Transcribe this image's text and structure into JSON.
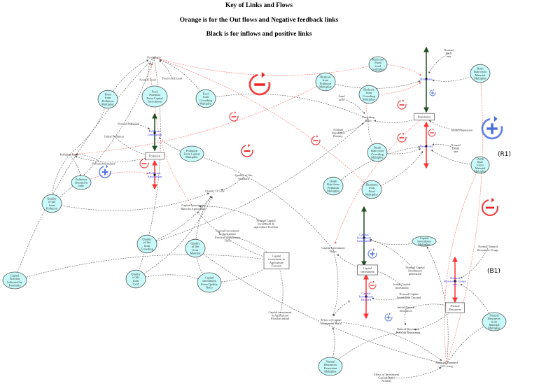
{
  "header": {
    "title": "Key of Links and Flows",
    "line2": "Orange is for the Out flows and Negative feedback links",
    "line3": "Black is for inflows and positive links"
  },
  "colors": {
    "node_fill": "#c8fafa",
    "positive_link": "#555555",
    "negative_link": "#ff6666",
    "inflow": "#1e4d1e",
    "outflow": "#ff3333",
    "flow_label": "#3333ff",
    "positive_loop": "#4a6ee0",
    "negative_loop": "#ee2222"
  },
  "loops": {
    "r1": "(R1)",
    "b1": "(B1)"
  },
  "nodes": {
    "food_ratio": {
      "type": "text",
      "label": [
        "Food Ratio"
      ]
    },
    "normal_food": {
      "type": "text",
      "label": [
        "Normal Food"
      ]
    },
    "food_coeff": {
      "type": "text",
      "label": [
        "Food coefficient"
      ]
    },
    "fp_mult": {
      "type": "ellipse",
      "label": [
        "Food",
        "from",
        "Pollution",
        "Multiplier"
      ]
    },
    "fpc": {
      "type": "ellipse",
      "label": [
        "Food",
        "Potential",
        "From Capital",
        "Investment"
      ]
    },
    "fc_mult": {
      "type": "ellipse",
      "label": [
        "Food",
        "from",
        "Crowding",
        "Multiplier"
      ]
    },
    "normal_pollution": {
      "type": "text",
      "label": [
        "Normal Pollution"
      ]
    },
    "pollution_generation": {
      "type": "flow",
      "label": [
        "Pollution",
        "Generation"
      ]
    },
    "initial_pollution": {
      "type": "text",
      "label": [
        "Initial Pollution"
      ]
    },
    "pollution": {
      "type": "box",
      "label": [
        "Pollution"
      ]
    },
    "pollution_ratio": {
      "type": "text",
      "label": [
        "Pollution Ratio"
      ]
    },
    "pollution_standard": {
      "type": "text",
      "label": [
        "Pollution Standard"
      ]
    },
    "pollution_absorption": {
      "type": "flow",
      "label": [
        "Pollution",
        "Absorption"
      ]
    },
    "pa_time": {
      "type": "ellipse",
      "label": [
        "Pollution",
        "absorption",
        "time"
      ]
    },
    "p_from_cap": {
      "type": "ellipse",
      "label": [
        "Pollution",
        "From Capital",
        "Multiplier"
      ]
    },
    "qol_pollution": {
      "type": "ellipse",
      "label": [
        "Quality",
        "of life",
        "from",
        "Pollution"
      ]
    },
    "qol": {
      "type": "text",
      "label": [
        "Quality Of Life"
      ]
    },
    "qol_standard": {
      "type": "text",
      "label": [
        "Quality of life",
        "Standard"
      ]
    },
    "ci_ratio_agri": {
      "type": "text",
      "label": [
        "Capital Investment",
        "Ratio In Agriculture"
      ]
    },
    "normal_ci_agri": {
      "type": "text",
      "label": [
        "Normal Capital",
        "Investment In",
        "agriculture Fraction"
      ]
    },
    "ci_adj_time": {
      "type": "text",
      "label": [
        "Capital Investment",
        "In Agriculture",
        "Fraction Adjustment",
        "Time"
      ]
    },
    "qol_crowding": {
      "type": "ellipse",
      "label": [
        "Quality",
        "of life",
        "from",
        "Crowding"
      ]
    },
    "qol_material": {
      "type": "ellipse",
      "label": [
        "Quality",
        "of life",
        "from",
        "Material"
      ]
    },
    "ci_agri": {
      "type": "box",
      "label": [
        "Capital",
        "investment in",
        "Agriculture",
        "Fraction"
      ]
    },
    "cf_indicated": {
      "type": "ellipse",
      "label": [
        "Capital",
        "Fraction",
        "Indicated by",
        "Foodratio"
      ]
    },
    "qol_food": {
      "type": "ellipse",
      "label": [
        "Quality",
        "of life",
        "from",
        "food"
      ]
    },
    "ci_quality": {
      "type": "ellipse",
      "label": [
        "Capital",
        "Investment",
        "From Quality",
        "Ratio"
      ]
    },
    "ci_agri_init": {
      "type": "text",
      "label": [
        "Capital investment",
        "in Agriculture",
        "Fraction initial"
      ]
    },
    "birth_food": {
      "type": "ellipse",
      "label": [
        "Birth rate",
        "From",
        "food",
        "multiplier"
      ]
    },
    "normal_birth": {
      "type": "text",
      "label": [
        "Normal",
        "birth",
        "rate"
      ]
    },
    "birth_mat": {
      "type": "ellipse",
      "label": [
        "Birth",
        "Rate from",
        "Material",
        "Multiplier"
      ]
    },
    "birth_pollution": {
      "type": "ellipse",
      "label": [
        "Birthrate",
        "from",
        "Pollution",
        "Multiplier"
      ]
    },
    "birth_rate": {
      "type": "flow",
      "label": [
        "Birth rate"
      ]
    },
    "birth_crowd": {
      "type": "ellipse",
      "label": [
        "Birthrate",
        "from",
        "Crowding",
        "Multiplier"
      ]
    },
    "land_area": {
      "type": "text",
      "label": [
        "Land",
        "area"
      ]
    },
    "crowding_ratio": {
      "type": "text",
      "label": [
        "Crowding",
        "Ratio"
      ]
    },
    "population": {
      "type": "box",
      "label": [
        "Population"
      ]
    },
    "normal_pop_density": {
      "type": "text",
      "label": [
        "Normal",
        "Population",
        "Density"
      ]
    },
    "initial_population": {
      "type": "text",
      "label": [
        "Initial Population"
      ]
    },
    "death_rate": {
      "type": "flow",
      "label": [
        "Death rate"
      ]
    },
    "normal_death": {
      "type": "text",
      "label": [
        "Normal",
        "Death",
        "rate"
      ]
    },
    "death_crowd": {
      "type": "ellipse",
      "label": [
        "Death",
        "Rate from",
        "Crowding",
        "Multiplier"
      ]
    },
    "death_mat": {
      "type": "ellipse",
      "label": [
        "Death",
        "Rate",
        "From",
        "Material",
        "Multiplier"
      ]
    },
    "death_pollution": {
      "type": "ellipse",
      "label": [
        "Death",
        "Rate from",
        "Pollution",
        "Multiplier"
      ]
    },
    "death_food": {
      "type": "ellipse",
      "label": [
        "Deathrate",
        "from",
        "Food",
        "Multiplier"
      ]
    },
    "ci_generation": {
      "type": "flow",
      "label": [
        "Capital",
        "Investment",
        "Generation"
      ]
    },
    "ci_mult": {
      "type": "ellipse",
      "label": [
        "Capital",
        "Investment",
        "Multiplier"
      ]
    },
    "ci_ratio": {
      "type": "text",
      "label": [
        "Capital Investment",
        "Ratio"
      ]
    },
    "capital_investment": {
      "type": "box",
      "label": [
        "Capital",
        "Investment"
      ]
    },
    "normal_ci_gen": {
      "type": "text",
      "label": [
        "Normal Capital",
        "Investment",
        "generation"
      ]
    },
    "initial_ci": {
      "type": "text",
      "label": [
        "Initial Capital",
        "Investment"
      ]
    },
    "ci_discard": {
      "type": "flow",
      "label": [
        "Capital",
        "Investment",
        "Discard"
      ]
    },
    "normal_ci_discard": {
      "type": "text",
      "label": [
        "Normal Capital",
        "Investment Discard"
      ]
    },
    "k": {
      "type": "text",
      "label": [
        "K"
      ]
    },
    "effect_ci_ratio": {
      "type": "text",
      "label": [
        "Effect of Capital",
        "Investment Ratio"
      ]
    },
    "initial_nr": {
      "type": "text",
      "label": [
        "Initial Natural",
        "Resources"
      ]
    },
    "natural_resources": {
      "type": "box",
      "label": [
        "Natural",
        "Resources"
      ]
    },
    "nr_usage_rate": {
      "type": "flow",
      "label": [
        "Natural",
        "Resources Usage",
        "rate"
      ]
    },
    "normal_nr_usage": {
      "type": "text",
      "label": [
        "Normal Natural",
        "Resources Usage"
      ]
    },
    "nr_fraction": {
      "type": "text",
      "label": [
        "Natural Resources",
        "Fraction Remaining"
      ]
    },
    "nr_mat_mult": {
      "type": "ellipse",
      "label": [
        "Natural",
        "Resources",
        "from",
        "Material",
        "Multiplier"
      ]
    },
    "nr_extraction": {
      "type": "ellipse",
      "label": [
        "Natural",
        "Resources",
        "Extraction",
        "Multiplier"
      ]
    },
    "material_sol": {
      "type": "text",
      "label": [
        "Material Standard",
        "Of Living"
      ]
    },
    "effect_ci_normal": {
      "type": "text",
      "label": [
        "Effect of Investment",
        "Capital Ratio",
        "Normal"
      ]
    }
  },
  "links": [
    {
      "from": "normal_food",
      "to": "food_ratio",
      "polarity": "positive"
    },
    {
      "from": "food_coeff",
      "to": "food_ratio",
      "polarity": "positive"
    },
    {
      "from": "fp_mult",
      "to": "food_ratio",
      "polarity": "positive"
    },
    {
      "from": "fc_mult",
      "to": "food_ratio",
      "polarity": "positive"
    },
    {
      "from": "fpc",
      "to": "food_ratio",
      "polarity": "negative"
    },
    {
      "from": "pollution_ratio",
      "to": "fp_mult",
      "polarity": "positive"
    },
    {
      "from": "normal_pollution",
      "to": "pollution_generation",
      "polarity": "positive"
    },
    {
      "from": "initial_pollution",
      "to": "pollution",
      "polarity": "positive"
    },
    {
      "from": "pollution",
      "to": "pollution_ratio",
      "polarity": "positive"
    },
    {
      "from": "pollution_standard",
      "to": "pollution_ratio",
      "polarity": "positive"
    },
    {
      "from": "pollution_ratio",
      "to": "pa_time",
      "polarity": "positive"
    },
    {
      "from": "pollution_ratio",
      "to": "qol_pollution",
      "polarity": "positive"
    },
    {
      "from": "pa_time",
      "to": "pollution_absorption",
      "polarity": "negative"
    },
    {
      "from": "pollution_ratio",
      "to": "birth_pollution",
      "polarity": "negative"
    },
    {
      "from": "food_ratio",
      "to": "qol_pollution",
      "polarity": "positive"
    },
    {
      "from": "food_ratio",
      "to": "cf_indicated",
      "polarity": "positive"
    },
    {
      "from": "food_ratio",
      "to": "qol_food",
      "polarity": "positive"
    },
    {
      "from": "food_ratio",
      "to": "birth_food",
      "polarity": "negative"
    },
    {
      "from": "food_ratio",
      "to": "death_food",
      "polarity": "negative"
    },
    {
      "from": "qol_pollution",
      "to": "qol",
      "polarity": "positive"
    },
    {
      "from": "qol_standard",
      "to": "qol",
      "polarity": "positive"
    },
    {
      "from": "qol_crowding",
      "to": "qol",
      "polarity": "positive"
    },
    {
      "from": "qol_material",
      "to": "qol",
      "polarity": "positive"
    },
    {
      "from": "qol_food",
      "to": "qol",
      "polarity": "positive"
    },
    {
      "from": "crowding_ratio",
      "to": "qol_crowding",
      "polarity": "positive"
    },
    {
      "from": "crowding_ratio",
      "to": "fc_mult",
      "polarity": "positive"
    },
    {
      "from": "crowding_ratio",
      "to": "birth_crowd",
      "polarity": "negative"
    },
    {
      "from": "crowding_ratio",
      "to": "death_crowd",
      "polarity": "positive"
    },
    {
      "from": "land_area",
      "to": "crowding_ratio",
      "polarity": "positive"
    },
    {
      "from": "normal_pop_density",
      "to": "crowding_ratio",
      "polarity": "positive"
    },
    {
      "from": "population",
      "to": "crowding_ratio",
      "polarity": "positive"
    },
    {
      "from": "normal_birth",
      "to": "birth_rate",
      "polarity": "positive"
    },
    {
      "from": "birth_mat",
      "to": "birth_rate",
      "polarity": "positive"
    },
    {
      "from": "birth_pollution",
      "to": "birth_rate",
      "polarity": "positive"
    },
    {
      "from": "birth_food",
      "to": "birth_rate",
      "polarity": "negative"
    },
    {
      "from": "birth_crowd",
      "to": "birth_rate",
      "polarity": "negative"
    },
    {
      "from": "initial_population",
      "to": "population",
      "polarity": "positive"
    },
    {
      "from": "normal_death",
      "to": "death_rate",
      "polarity": "positive"
    },
    {
      "from": "death_mat",
      "to": "death_rate",
      "polarity": "positive"
    },
    {
      "from": "death_crowd",
      "to": "death_rate",
      "polarity": "positive"
    },
    {
      "from": "death_pollution",
      "to": "death_rate",
      "polarity": "positive"
    },
    {
      "from": "death_food",
      "to": "death_rate",
      "polarity": "positive"
    },
    {
      "from": "p_from_cap",
      "to": "pollution_generation",
      "polarity": "positive"
    },
    {
      "from": "ci_ratio",
      "to": "p_from_cap",
      "polarity": "positive"
    },
    {
      "from": "ci_ratio_agri",
      "to": "fpc",
      "polarity": "negative"
    },
    {
      "from": "normal_ci_agri",
      "to": "ci_ratio_agri",
      "polarity": "positive"
    },
    {
      "from": "ci_agri",
      "to": "ci_ratio_agri",
      "polarity": "positive"
    },
    {
      "from": "qol_material",
      "to": "ci_quality",
      "polarity": "positive"
    },
    {
      "from": "qol_food",
      "to": "ci_quality",
      "polarity": "positive"
    },
    {
      "from": "ci_quality",
      "to": "ci_agri",
      "polarity": "positive"
    },
    {
      "from": "ci_adj_time",
      "to": "ci_agri",
      "polarity": "positive"
    },
    {
      "from": "ci_agri_init",
      "to": "ci_agri",
      "polarity": "positive"
    },
    {
      "from": "cf_indicated",
      "to": "ci_agri",
      "polarity": "positive"
    },
    {
      "from": "population",
      "to": "ci_ratio",
      "polarity": "negative"
    },
    {
      "from": "ci_mult",
      "to": "ci_generation",
      "polarity": "positive"
    },
    {
      "from": "normal_ci_gen",
      "to": "ci_generation",
      "polarity": "positive"
    },
    {
      "from": "capital_investment",
      "to": "ci_ratio",
      "polarity": "positive"
    },
    {
      "from": "initial_ci",
      "to": "capital_investment",
      "polarity": "positive"
    },
    {
      "from": "normal_ci_discard",
      "to": "ci_discard",
      "polarity": "positive"
    },
    {
      "from": "k",
      "to": "effect_ci_ratio",
      "polarity": "positive"
    },
    {
      "from": "ci_ratio",
      "to": "effect_ci_ratio",
      "polarity": "positive"
    },
    {
      "from": "nr_extraction",
      "to": "effect_ci_ratio",
      "polarity": "positive"
    },
    {
      "from": "initial_nr",
      "to": "natural_resources",
      "polarity": "positive"
    },
    {
      "from": "initial_nr",
      "to": "nr_fraction",
      "polarity": "positive"
    },
    {
      "from": "natural_resources",
      "to": "nr_fraction",
      "polarity": "positive"
    },
    {
      "from": "nr_fraction",
      "to": "nr_extraction",
      "polarity": "positive"
    },
    {
      "from": "normal_nr_usage",
      "to": "nr_usage_rate",
      "polarity": "positive"
    },
    {
      "from": "nr_mat_mult",
      "to": "nr_usage_rate",
      "polarity": "positive"
    },
    {
      "from": "material_sol",
      "to": "nr_mat_mult",
      "polarity": "positive"
    },
    {
      "from": "material_sol",
      "to": "ci_mult",
      "polarity": "positive"
    },
    {
      "from": "material_sol",
      "to": "qol_material",
      "polarity": "positive"
    },
    {
      "from": "material_sol",
      "to": "birth_mat",
      "polarity": "negative"
    },
    {
      "from": "material_sol",
      "to": "death_mat",
      "polarity": "negative"
    },
    {
      "from": "effect_ci_normal",
      "to": "material_sol",
      "polarity": "positive"
    },
    {
      "from": "effect_ci_ratio",
      "to": "material_sol",
      "polarity": "positive"
    }
  ],
  "flows": [
    {
      "stock": "pollution",
      "kind": "inflow"
    },
    {
      "stock": "pollution",
      "kind": "outflow"
    },
    {
      "stock": "population",
      "kind": "inflow"
    },
    {
      "stock": "population",
      "kind": "outflow"
    },
    {
      "stock": "capital_investment",
      "kind": "inflow"
    },
    {
      "stock": "capital_investment",
      "kind": "outflow"
    },
    {
      "stock": "natural_resources",
      "kind": "outflow"
    }
  ]
}
